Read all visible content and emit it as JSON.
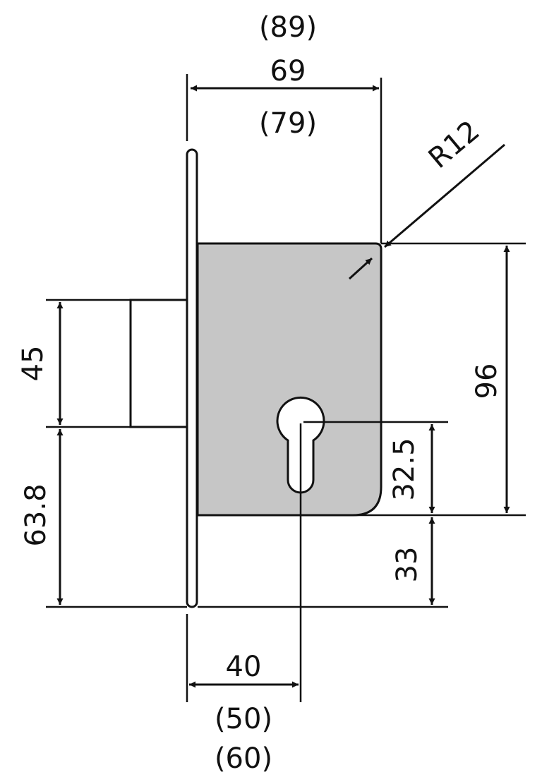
{
  "drawing": {
    "top": {
      "overall_alt": "(89)",
      "width": "69",
      "width_alt": "(79)"
    },
    "radius": "R12",
    "right": {
      "height": "96",
      "key_offset": "32.5",
      "bottom_offset": "33"
    },
    "left": {
      "bolt_height": "45",
      "bolt_offset": "63.8"
    },
    "bottom": {
      "backset": "40",
      "backset_alt1": "(50)",
      "backset_alt2": "(60)"
    },
    "colors": {
      "body": "#c6c6c6",
      "line": "#111111"
    }
  }
}
